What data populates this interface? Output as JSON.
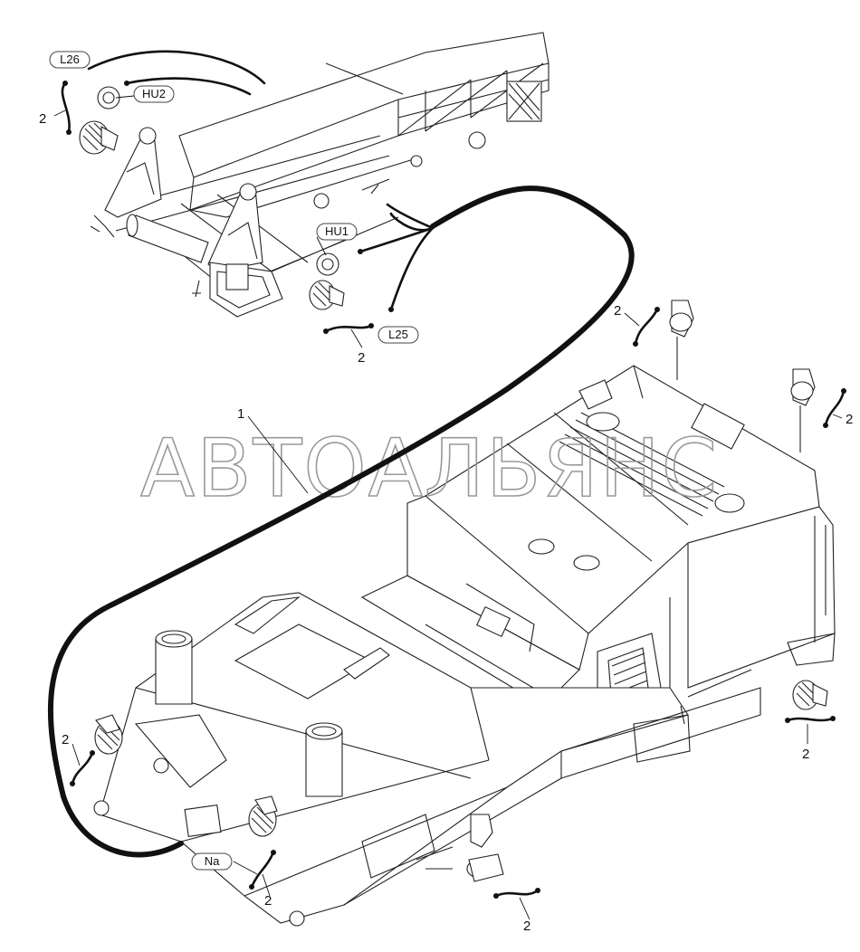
{
  "watermark": "АВТОАЛЬЯНС",
  "callouts": {
    "item1": "1",
    "item2": "2"
  },
  "tags": {
    "L26": "L26",
    "HU2": "HU2",
    "HU1": "HU1",
    "L25": "L25",
    "Na": "Na"
  },
  "colors": {
    "line": "#222222",
    "cable": "#111111",
    "watermark": "#9a9a9a",
    "background": "#ffffff"
  }
}
